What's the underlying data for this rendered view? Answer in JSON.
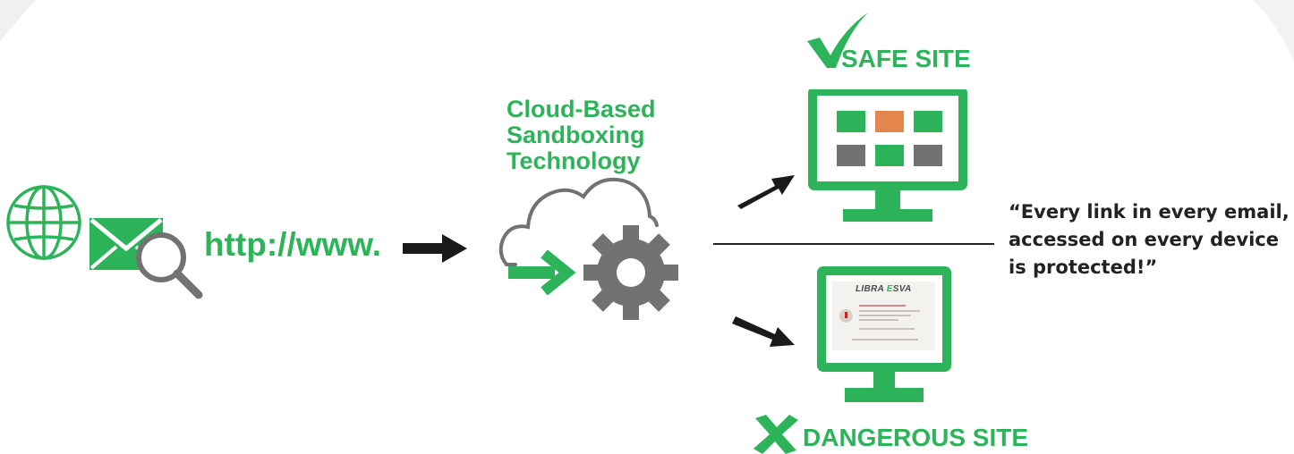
{
  "url_text": "http://www.",
  "cloud_label": [
    "Cloud-Based",
    "Sandboxing",
    "Technology"
  ],
  "safe_label": "SAFE SITE",
  "danger_label": "DANGEROUS SITE",
  "quote_lines": [
    "“Every link in every email,",
    "accessed on every device",
    "is protected!”"
  ],
  "warning_page": {
    "logo_prefix": "LIBRA ",
    "logo_highlight": "E",
    "logo_suffix": "SVA"
  },
  "colors": {
    "green": "#2db45a",
    "gray": "#717373",
    "orange": "#e4874e",
    "dark": "#1a1a1a"
  },
  "icons": [
    "globe-icon",
    "envelope-icon",
    "magnifier-icon",
    "cloud-icon",
    "gear-icon",
    "checkmark-icon",
    "cross-icon",
    "monitor-icon"
  ]
}
